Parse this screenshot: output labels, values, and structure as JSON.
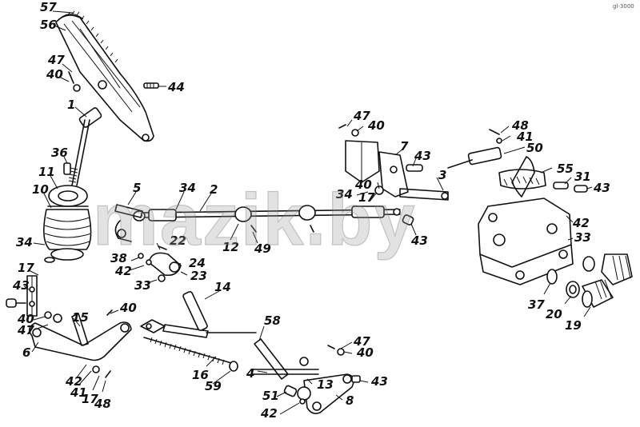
{
  "watermark": "mazik.by",
  "corner_mark": "gl-3000",
  "labels": [
    {
      "id": "57",
      "text": "57"
    },
    {
      "id": "56",
      "text": "56"
    },
    {
      "id": "47a",
      "text": "47"
    },
    {
      "id": "40a",
      "text": "40"
    },
    {
      "id": "44",
      "text": "44"
    },
    {
      "id": "1",
      "text": "1"
    },
    {
      "id": "36",
      "text": "36"
    },
    {
      "id": "11",
      "text": "11"
    },
    {
      "id": "10",
      "text": "10"
    },
    {
      "id": "34a",
      "text": "34"
    },
    {
      "id": "17a",
      "text": "17"
    },
    {
      "id": "43a",
      "text": "43"
    },
    {
      "id": "40b",
      "text": "40"
    },
    {
      "id": "47b",
      "text": "47"
    },
    {
      "id": "6",
      "text": "6"
    },
    {
      "id": "15",
      "text": "15"
    },
    {
      "id": "40c",
      "text": "40"
    },
    {
      "id": "42a",
      "text": "42"
    },
    {
      "id": "41a",
      "text": "41"
    },
    {
      "id": "17b",
      "text": "17"
    },
    {
      "id": "48a",
      "text": "48"
    },
    {
      "id": "5",
      "text": "5"
    },
    {
      "id": "34b",
      "text": "34"
    },
    {
      "id": "2",
      "text": "2"
    },
    {
      "id": "12",
      "text": "12"
    },
    {
      "id": "49",
      "text": "49"
    },
    {
      "id": "22",
      "text": "22"
    },
    {
      "id": "38",
      "text": "38"
    },
    {
      "id": "42b",
      "text": "42"
    },
    {
      "id": "24",
      "text": "24"
    },
    {
      "id": "23",
      "text": "23"
    },
    {
      "id": "33a",
      "text": "33"
    },
    {
      "id": "14",
      "text": "14"
    },
    {
      "id": "16",
      "text": "16"
    },
    {
      "id": "59",
      "text": "59"
    },
    {
      "id": "58",
      "text": "58"
    },
    {
      "id": "4",
      "text": "4"
    },
    {
      "id": "47c",
      "text": "47"
    },
    {
      "id": "40d",
      "text": "40"
    },
    {
      "id": "13",
      "text": "13"
    },
    {
      "id": "43b",
      "text": "43"
    },
    {
      "id": "51",
      "text": "51"
    },
    {
      "id": "8",
      "text": "8"
    },
    {
      "id": "42c",
      "text": "42"
    },
    {
      "id": "47d",
      "text": "47"
    },
    {
      "id": "40e",
      "text": "40"
    },
    {
      "id": "7",
      "text": "7"
    },
    {
      "id": "43c",
      "text": "43"
    },
    {
      "id": "40f",
      "text": "40"
    },
    {
      "id": "34c",
      "text": "34"
    },
    {
      "id": "17c",
      "text": "17"
    },
    {
      "id": "3",
      "text": "3"
    },
    {
      "id": "43d",
      "text": "43"
    },
    {
      "id": "48b",
      "text": "48"
    },
    {
      "id": "41b",
      "text": "41"
    },
    {
      "id": "50",
      "text": "50"
    },
    {
      "id": "55",
      "text": "55"
    },
    {
      "id": "31",
      "text": "31"
    },
    {
      "id": "43e",
      "text": "43"
    },
    {
      "id": "42d",
      "text": "42"
    },
    {
      "id": "33b",
      "text": "33"
    },
    {
      "id": "37",
      "text": "37"
    },
    {
      "id": "20",
      "text": "20"
    },
    {
      "id": "19",
      "text": "19"
    }
  ]
}
